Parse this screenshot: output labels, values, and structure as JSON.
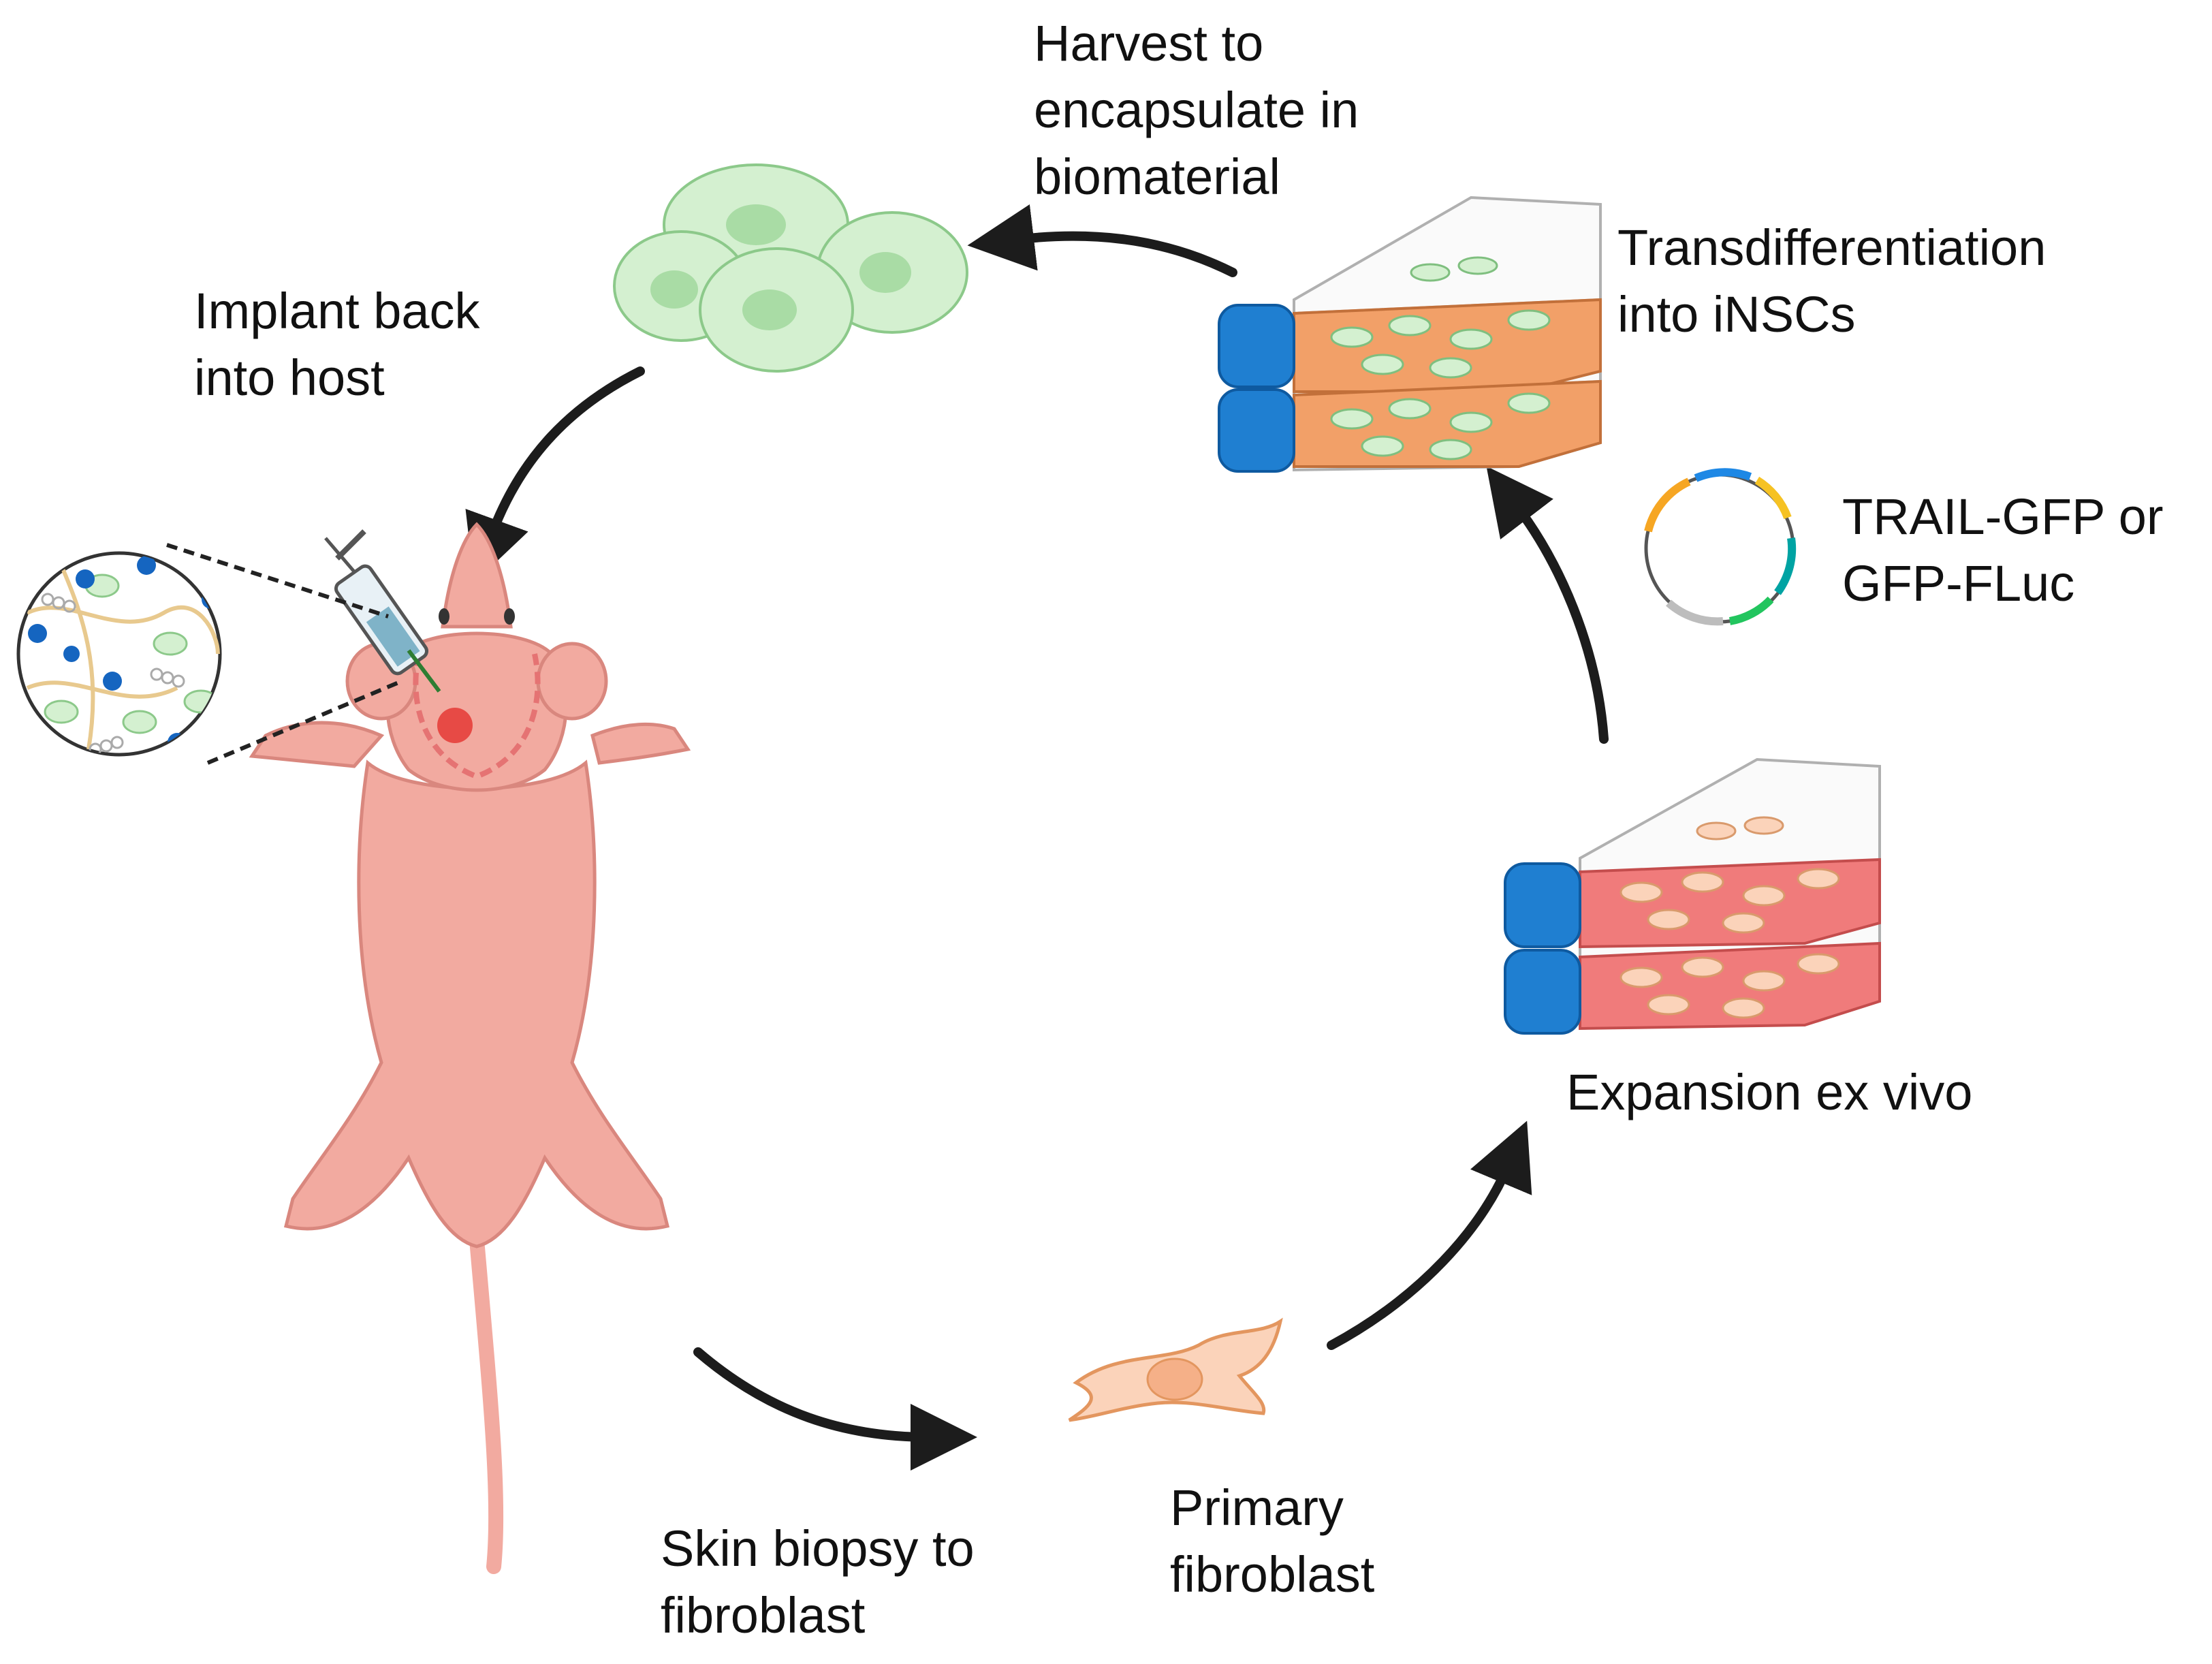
{
  "steps": {
    "harvest": {
      "lines": [
        "Harvest to",
        "encapsulate in",
        "biomaterial"
      ]
    },
    "transdiff": {
      "lines": [
        "Transdifferentiation",
        "into iNSCs"
      ]
    },
    "plasmid": {
      "lines": [
        "TRAIL-GFP or",
        "GFP-FLuc"
      ]
    },
    "expansion": {
      "lines": [
        "Expansion ex vivo"
      ]
    },
    "primary": {
      "lines": [
        "Primary",
        "fibroblast"
      ]
    },
    "biopsy": {
      "lines": [
        "Skin biopsy to",
        "fibroblast"
      ]
    },
    "implant": {
      "lines": [
        "Implant back",
        "into host"
      ]
    }
  },
  "colors": {
    "arrow": "#1c1c1c",
    "mouse_skin": "#f2aaa0",
    "mouse_outline": "#d9877e",
    "cell_green": "#d4f0d0",
    "cell_green_nucleus": "#a9dca5",
    "fibroblast": "#fbd3ba",
    "flask_cap": "#1f7fd1",
    "medium_orange": "#f2a068",
    "medium_red": "#f07b7b",
    "tumor": "#e53935"
  },
  "icons": {
    "mouse": "nude-mouse-icon",
    "syringe": "syringe-icon",
    "hydrogel": "hydrogel-magnified-icon",
    "plasmid": "plasmid-icon",
    "flask": "cell-culture-flask-icon",
    "cells": "neural-stem-cells-icon",
    "fibroblast": "fibroblast-cell-icon"
  }
}
